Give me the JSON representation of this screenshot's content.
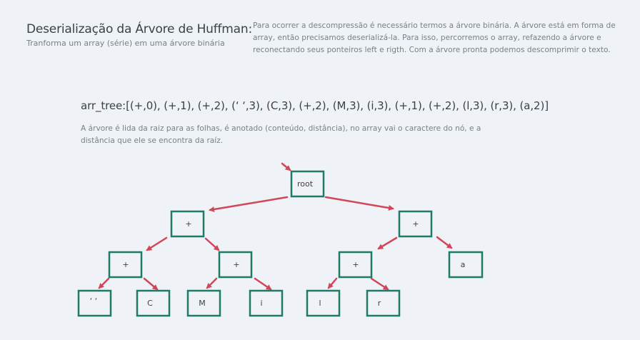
{
  "header": {
    "title": "Deserialização da Árvore de Huffman:",
    "subtitle": "Tranforma um array (série) em uma árvore binária",
    "description": "Para ocorrer a descompressão é necessário termos a árvore binária. A árvore está em forma de array, então precisamos deserializá-la. Para isso, percorremos o array, refazendo a árvore e reconectando seus ponteiros left e rigth. Com a árvore pronta podemos descomprimir o texto."
  },
  "array": {
    "text": "arr_tree:[(+,0), (+,1), (+,2), (‘ ‘,3), (C,3), (+,2), (M,3),  (i,3), (+,1), (+,2), (l,3), (r,3), (a,2)]",
    "note": "A árvore é lida da raiz para as folhas, é anotado (conteúdo, distância), no array vai o caractere do nó, e a distância que ele se encontra da raíz."
  },
  "tree": {
    "nodes": {
      "root": "root",
      "l1_left": "+",
      "l1_right": "+",
      "l2_a": "+",
      "l2_b": "+",
      "l2_c": "+",
      "l2_d": "a",
      "leaf_space": "‘ ‘",
      "leaf_c": "C",
      "leaf_m": "M",
      "leaf_i": "i",
      "leaf_l": "l",
      "leaf_r": "r"
    }
  },
  "colors": {
    "node_border": "#1f7a67",
    "edge": "#d24659",
    "background": "#eff3f7"
  }
}
